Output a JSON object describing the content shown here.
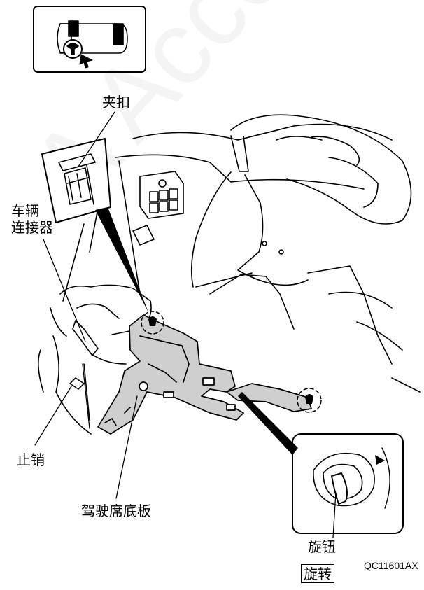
{
  "watermark": "A Acces",
  "labels": {
    "clip": "夹扣",
    "vehicle_line1": "车辆",
    "vehicle_line2": "连接器",
    "stop_pin": "止销",
    "driver_floor": "驾驶席底板",
    "knob": "旋钮",
    "rotate": "旋转"
  },
  "figure_code": "QC11601AX",
  "icons": {
    "locator": "car-top-view-locator-icon",
    "rotate_arrow": "rotation-arrow-icon"
  }
}
